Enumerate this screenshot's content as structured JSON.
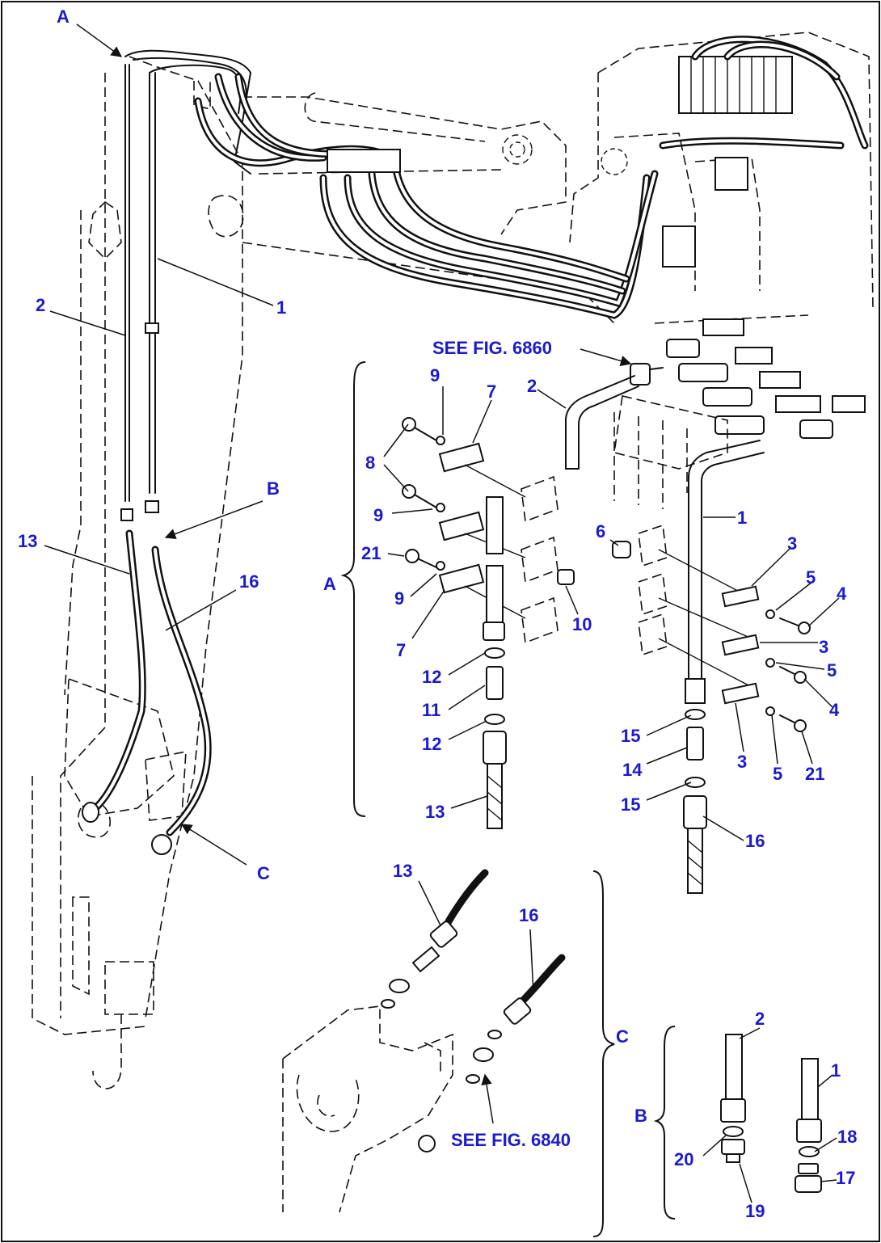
{
  "labels": {
    "view_a": "A",
    "view_b": "B",
    "view_c": "C",
    "p1": "1",
    "p2": "2",
    "p3": "3",
    "p4": "4",
    "p5": "5",
    "p6": "6",
    "p7": "7",
    "p8": "8",
    "p9": "9",
    "p10": "10",
    "p11": "11",
    "p12": "12",
    "p13": "13",
    "p14": "14",
    "p15": "15",
    "p16": "16",
    "p17": "17",
    "p18": "18",
    "p19": "19",
    "p20": "20",
    "p21": "21",
    "see_6860": "SEE FIG. 6860",
    "see_6840": "SEE FIG. 6840"
  }
}
